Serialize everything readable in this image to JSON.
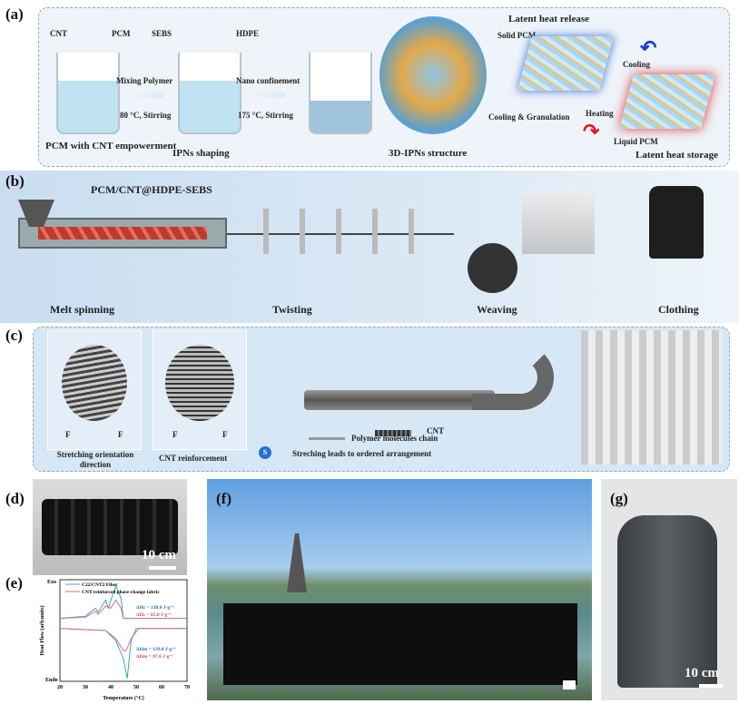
{
  "panels": {
    "a": "(a)",
    "b": "(b)",
    "c": "(c)",
    "d": "(d)",
    "e": "(e)",
    "f": "(f)",
    "g": "(g)"
  },
  "a": {
    "cnt": "CNT",
    "pcm": "PCM",
    "sebs": "SEBS",
    "hdpe": "HDPE",
    "mixing": "Mixing Polymer",
    "temp1": "80 °C, Stirring",
    "nano": "Nano confinement",
    "temp2": "175 °C, Stirring",
    "step1": "PCM with CNT empowerment",
    "step2": "IPNs shaping",
    "step3": "3D-IPNs structure",
    "cooling_gran": "Cooling & Granulation",
    "release": "Latent heat release",
    "solid": "Solid PCM",
    "cooling": "Cooling",
    "heating": "Heating",
    "liquid": "Liquid PCM",
    "storage": "Latent heat storage"
  },
  "b": {
    "title": "PCM/CNT@HDPE-SEBS",
    "steps": [
      "Melt spinning",
      "Twisting",
      "Weaving",
      "Clothing"
    ]
  },
  "c": {
    "stretch": "Stretching orientation direction",
    "reinf": "CNT reinforcement",
    "force": "F",
    "legend_cnt": "CNT",
    "legend_chain": "Polymer molecules chain",
    "legend_s": "Streching leads to ordered arrangement",
    "s": "S"
  },
  "d": {
    "scale": "10 cm"
  },
  "g": {
    "scale": "10 cm"
  },
  "chart_data": {
    "type": "line",
    "xlabel": "Temperature (°C)",
    "ylabel": "Heat Flow (arb.units)",
    "xlim": [
      20,
      70
    ],
    "xticks": [
      20,
      30,
      40,
      50,
      60,
      70
    ],
    "ytop": "Exo",
    "ybottom": "Endo",
    "series": [
      {
        "name": "C22/CNT2 Fiber",
        "color": "#3aa6b8",
        "exo": [
          [
            20,
            0.62
          ],
          [
            30,
            0.64
          ],
          [
            34,
            0.72
          ],
          [
            35,
            0.68
          ],
          [
            38,
            0.8
          ],
          [
            39,
            0.72
          ],
          [
            42,
            0.94
          ],
          [
            44,
            0.82
          ],
          [
            45,
            0.62
          ],
          [
            70,
            0.62
          ]
        ],
        "endo": [
          [
            20,
            0.52
          ],
          [
            38,
            0.5
          ],
          [
            42,
            0.4
          ],
          [
            45,
            0.22
          ],
          [
            46.5,
            0.03
          ],
          [
            48,
            0.4
          ],
          [
            50,
            0.52
          ],
          [
            70,
            0.52
          ]
        ]
      },
      {
        "name": "CNT-reinforced phase-change fabric",
        "color": "#d9707a",
        "exo": [
          [
            20,
            0.62
          ],
          [
            30,
            0.63
          ],
          [
            34,
            0.69
          ],
          [
            35,
            0.66
          ],
          [
            38,
            0.74
          ],
          [
            40,
            0.72
          ],
          [
            42,
            0.8
          ],
          [
            44,
            0.72
          ],
          [
            45,
            0.62
          ],
          [
            70,
            0.62
          ]
        ],
        "endo": [
          [
            20,
            0.52
          ],
          [
            38,
            0.5
          ],
          [
            42,
            0.42
          ],
          [
            45,
            0.3
          ],
          [
            46,
            0.3
          ],
          [
            48,
            0.42
          ],
          [
            51,
            0.52
          ],
          [
            70,
            0.52
          ]
        ]
      }
    ],
    "annotations": [
      "ΔHc = 138.0 J·g⁻¹",
      "ΔHc = 85.0 J·g⁻¹",
      "ΔHm = 139.0 J·g⁻¹",
      "ΔHm = 87.6 J·g⁻¹"
    ]
  }
}
